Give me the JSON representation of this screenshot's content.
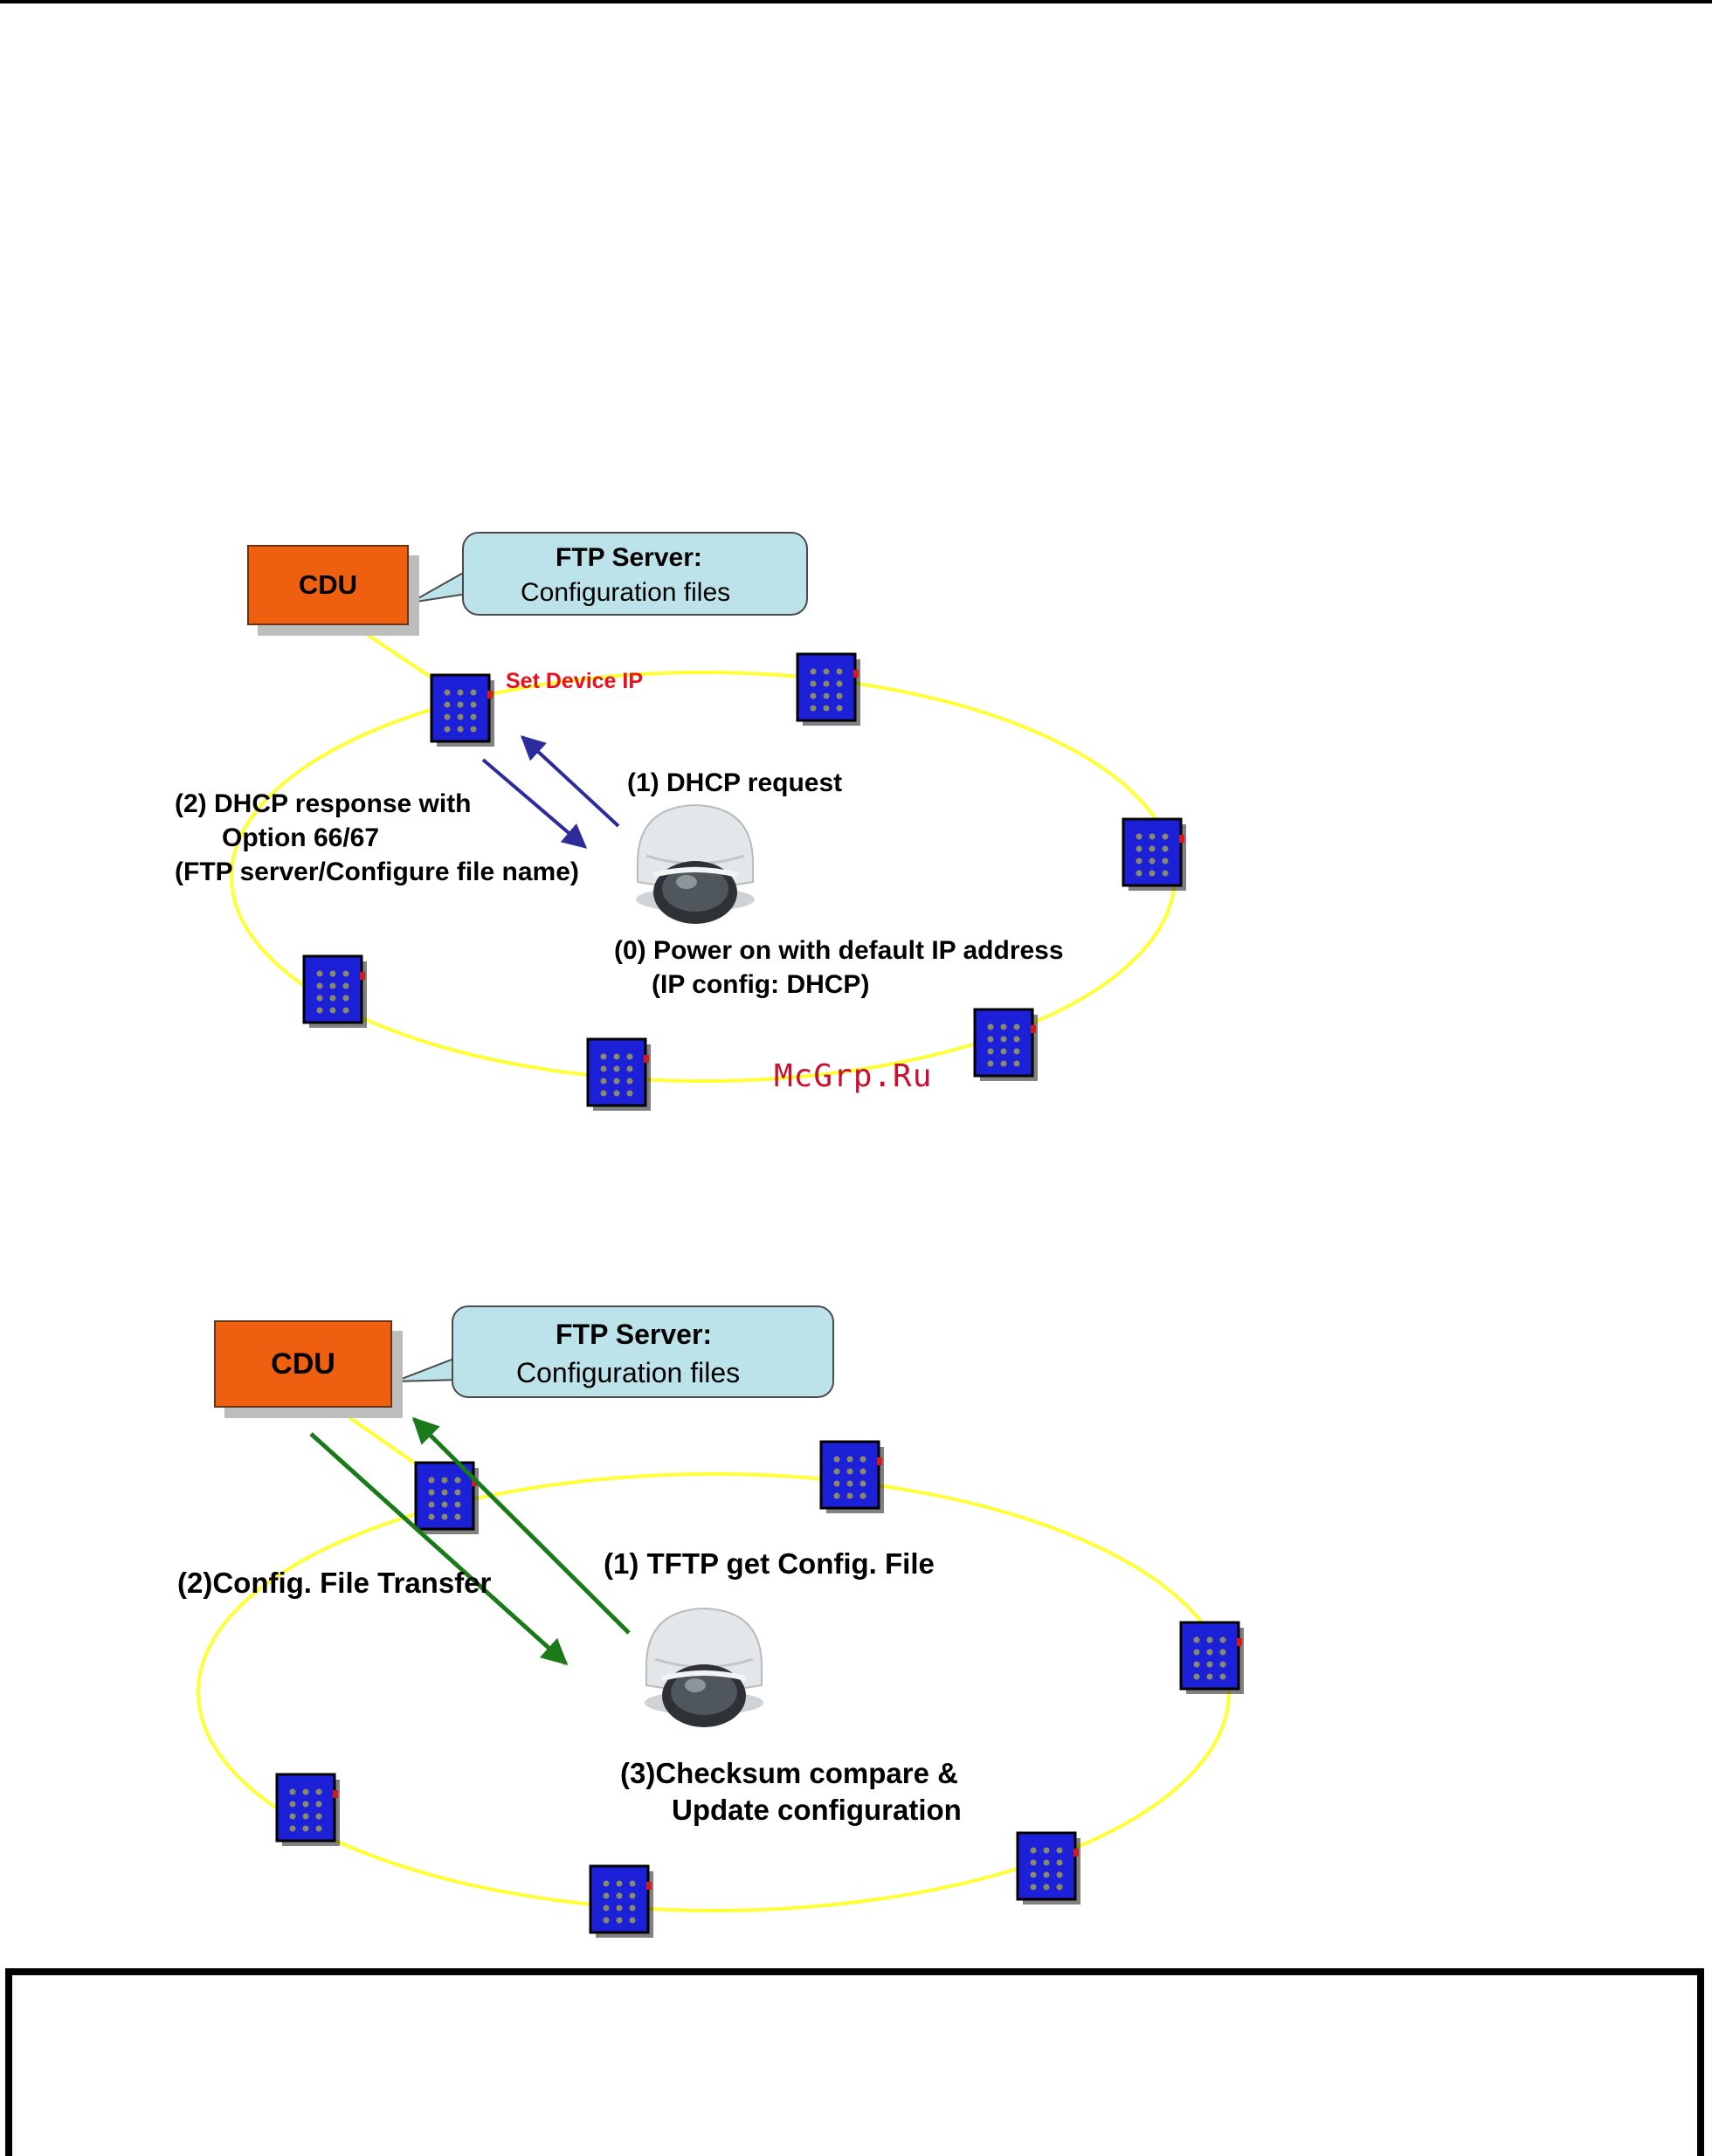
{
  "colors": {
    "ring": "#ffff33",
    "cdu_fill": "#ee5f10",
    "callout_fill": "#bde3ea",
    "device_fill": "#1c20d6",
    "arrow_blue": "#2c2c9c",
    "arrow_green": "#1a7a1a",
    "red_label": "#e8101e"
  },
  "diagram1": {
    "cdu_label": "CDU",
    "callout_title": "FTP Server:",
    "callout_sub": "Configuration files",
    "set_device_ip": "Set Device IP",
    "step1": "(1) DHCP request",
    "step2_line1": "(2) DHCP response with",
    "step2_line2": "Option 66/67",
    "step2_line3": "(FTP server/Configure file name)",
    "step0_line1": "(0) Power on with default IP address",
    "step0_line2": "(IP config: DHCP)"
  },
  "diagram2": {
    "cdu_label": "CDU",
    "callout_title": "FTP Server:",
    "callout_sub": "Configuration files",
    "step1": "(1) TFTP get Config. File",
    "step2": "(2)Config. File Transfer",
    "step3_line1": "(3)Checksum compare &",
    "step3_line2": "Update configuration"
  },
  "watermark": "McGrp.Ru",
  "icons": {
    "switch": "network-switch-icon",
    "camera": "dome-camera-icon"
  }
}
